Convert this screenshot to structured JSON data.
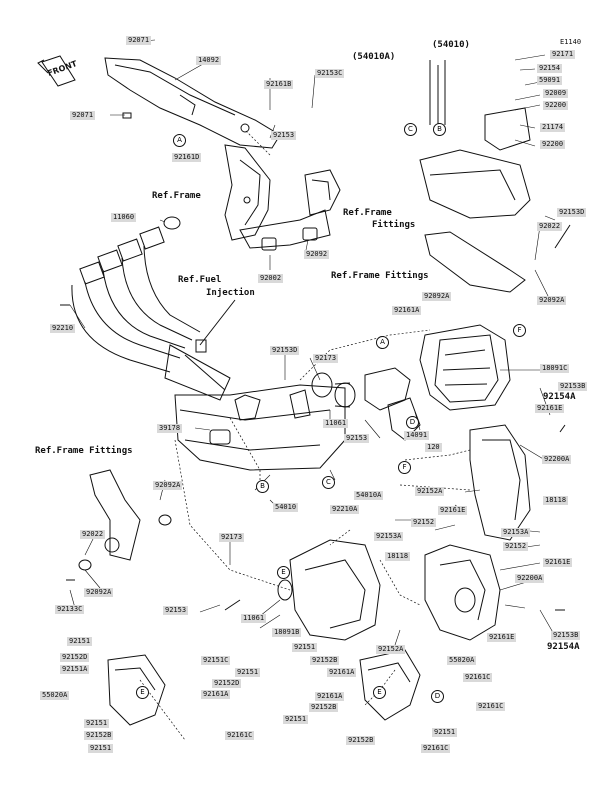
{
  "diagram_code": "E1140",
  "front_label": "FRONT",
  "ref_labels": {
    "ref_frame_top": "Ref.Frame",
    "ref_frame_fittings_mid": "Ref.Frame",
    "ref_frame_fittings_mid2": "Fittings",
    "ref_fuel_injection_1": "Ref.Fuel",
    "ref_fuel_injection_2": "Injection",
    "ref_frame_fittings_right": "Ref.Frame Fittings",
    "ref_frame_fittings_left": "Ref.Frame Fittings",
    "bracket_54010a": "(54010A)",
    "bracket_54010": "(54010)"
  },
  "callouts": [
    "A",
    "A",
    "B",
    "B",
    "C",
    "C",
    "D",
    "D",
    "E",
    "E",
    "E",
    "F",
    "F"
  ],
  "parts": [
    "92071",
    "14092",
    "92161B",
    "92153C",
    "92071",
    "92153",
    "92161D",
    "92171",
    "92154",
    "59091",
    "92009",
    "92200",
    "21174",
    "92200",
    "11060",
    "92153D",
    "92022",
    "92002",
    "92092",
    "92092A",
    "92210",
    "92092A",
    "92161A",
    "18091C",
    "92153D",
    "92173",
    "92153B",
    "92154A",
    "39178",
    "11061",
    "92161E",
    "14091",
    "92153",
    "120",
    "92200A",
    "54010A",
    "54010",
    "18118",
    "92092A",
    "92210A",
    "92152A",
    "92161E",
    "92152",
    "92153A",
    "92022",
    "92173",
    "92153A",
    "92152",
    "92092A",
    "18118",
    "92161E",
    "92133C",
    "92200A",
    "92153",
    "11061",
    "18091B",
    "92152A",
    "92161E",
    "92153B",
    "92154A",
    "92151",
    "92152D",
    "92151A",
    "92151C",
    "92151",
    "92151",
    "92152B",
    "55020A",
    "92152D",
    "92161C",
    "55020A",
    "92161A",
    "92161A",
    "92161C",
    "92152B",
    "92151",
    "92151",
    "92161A",
    "92152B",
    "92161C",
    "92151",
    "92161C",
    "92152B",
    "92151"
  ]
}
